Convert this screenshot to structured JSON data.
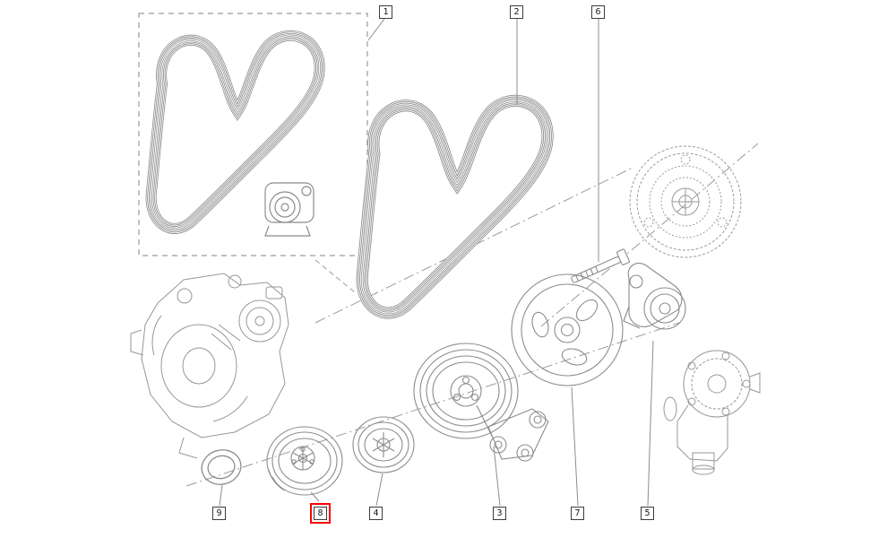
{
  "diagram": {
    "kind": "exploded-parts-diagram",
    "selected_callout": "8",
    "callouts": [
      {
        "id": "1",
        "label": "1",
        "selected": false
      },
      {
        "id": "2",
        "label": "2",
        "selected": false
      },
      {
        "id": "6",
        "label": "6",
        "selected": false
      },
      {
        "id": "9",
        "label": "9",
        "selected": false
      },
      {
        "id": "8",
        "label": "8",
        "selected": true
      },
      {
        "id": "4",
        "label": "4",
        "selected": false
      },
      {
        "id": "3",
        "label": "3",
        "selected": false
      },
      {
        "id": "7",
        "label": "7",
        "selected": false
      },
      {
        "id": "5",
        "label": "5",
        "selected": false
      }
    ],
    "parts": [
      {
        "callout": "1",
        "name": "belt-kit-with-tensioner-boxed"
      },
      {
        "callout": "2",
        "name": "serpentine-belt"
      },
      {
        "callout": "6",
        "name": "mounting-bolt"
      },
      {
        "callout": "9",
        "name": "seal-ring"
      },
      {
        "callout": "8",
        "name": "crankshaft-ribbed-pulley"
      },
      {
        "callout": "4",
        "name": "idler-ribbed-pulley"
      },
      {
        "callout": "3",
        "name": "pump-pulley-with-bracket"
      },
      {
        "callout": "7",
        "name": "large-pulley-with-holes"
      },
      {
        "callout": "5",
        "name": "belt-tensioner"
      },
      {
        "callout": "",
        "name": "alternator"
      },
      {
        "callout": "",
        "name": "flywheel"
      },
      {
        "callout": "",
        "name": "water-pump"
      }
    ],
    "colors": {
      "line": "#8c8c8c",
      "highlight": "#ff0000",
      "background": "#ffffff",
      "callout_border": "#3c3c3c"
    }
  }
}
